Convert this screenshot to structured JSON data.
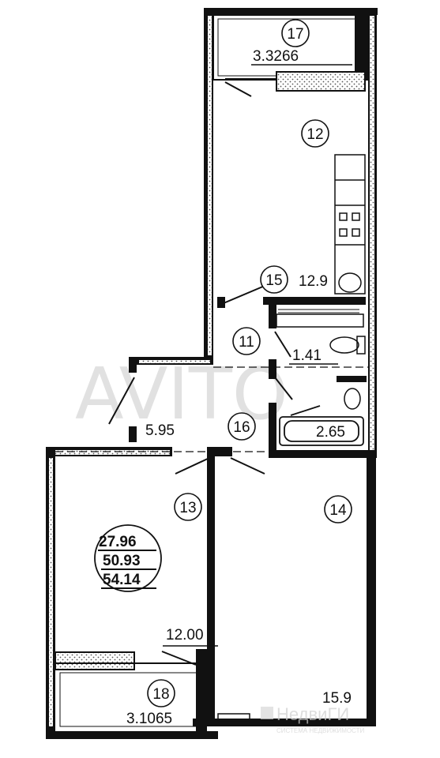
{
  "rooms": [
    {
      "id": "r11",
      "number": "11"
    },
    {
      "id": "r12",
      "number": "12"
    },
    {
      "id": "r13",
      "number": "13"
    },
    {
      "id": "r14",
      "number": "14"
    },
    {
      "id": "r15",
      "number": "15"
    },
    {
      "id": "r16",
      "number": "16"
    },
    {
      "id": "r17",
      "number": "17"
    },
    {
      "id": "r18",
      "number": "18"
    }
  ],
  "areas": {
    "balcony_top": "3.3266",
    "kitchen": "12.9",
    "toilet": "1.41",
    "hall": "5.95",
    "bath": "2.65",
    "room_left": "12.00",
    "room_right": "15.9",
    "balcony_bottom": "3.1065"
  },
  "totals": {
    "living": "27.96",
    "total_no_balcony": "50.93",
    "total": "54.14"
  },
  "watermarks": {
    "center": "AVITO",
    "brand": "НедвиГИ",
    "brand_sub": "СИСТЕМА НЕДВИЖИМОСТИ"
  },
  "colors": {
    "wall": "#111111",
    "hatch": "#555555"
  }
}
